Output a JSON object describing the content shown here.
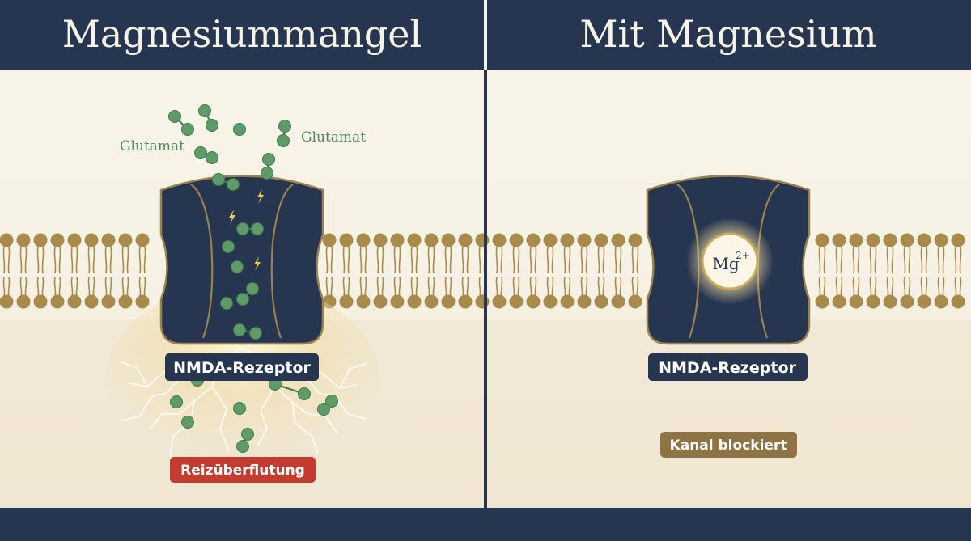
{
  "panels": {
    "left": {
      "title": "Magnesiummangel",
      "glutamate_label_left": "Glutamat",
      "glutamate_label_right": "Glutamat",
      "receptor_label": "NMDA-Rezeptor",
      "state_label": "Reizüberflutung"
    },
    "right": {
      "title": "Mit Magnesium",
      "ion_symbol": "Mg",
      "ion_charge": "2+",
      "receptor_label": "NMDA-Rezeptor",
      "state_label": "Kanal blockiert"
    }
  },
  "colors": {
    "navy": "#263650",
    "cream_top": "#f8f5ea",
    "cream_bottom": "#f1e7d3",
    "lipid_gold": "#a88a4a",
    "glutamate_green": "#5f9b69",
    "alert_red": "#c43c30",
    "blocked_gold": "#8e7444"
  }
}
